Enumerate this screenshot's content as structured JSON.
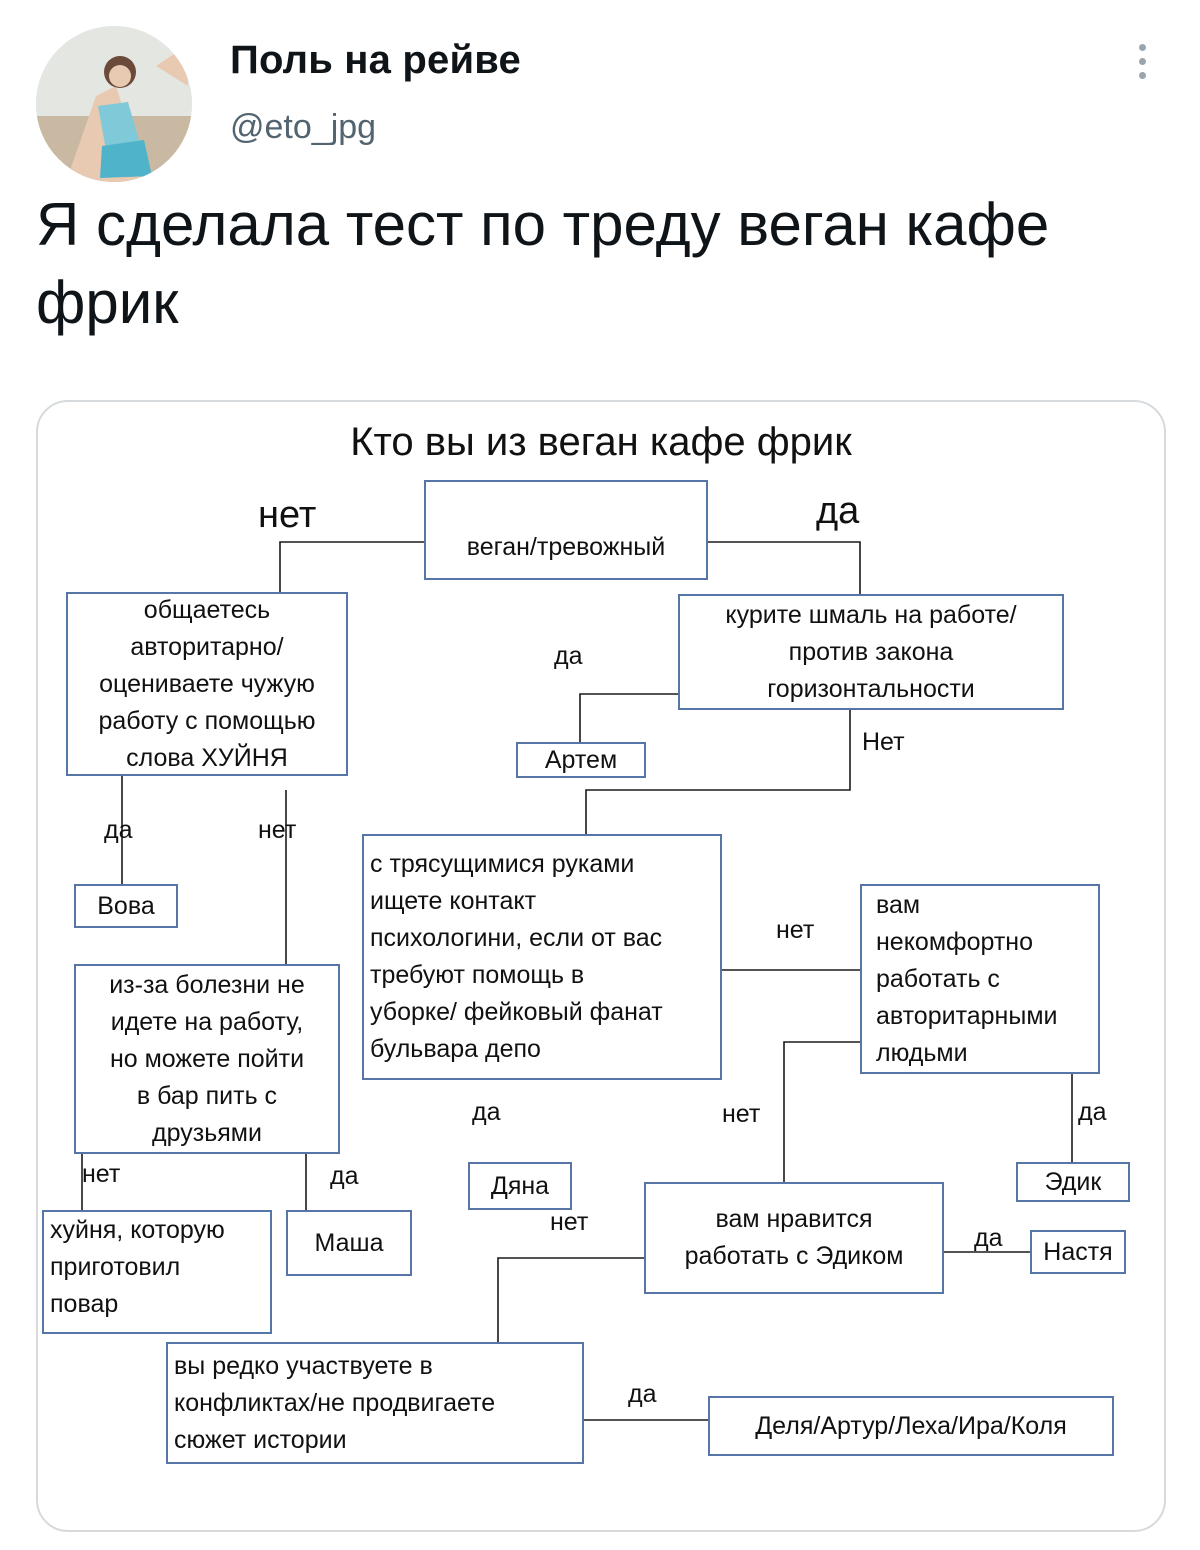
{
  "author": {
    "display_name": "Поль на рейве",
    "handle": "@eto_jpg"
  },
  "tweet": {
    "text": "Я сделала тест по треду веган кафе фрик"
  },
  "colors": {
    "text": "#0f1419",
    "secondary_text": "#536471",
    "box_border": "#5576a6",
    "card_border": "#d6dadd"
  },
  "icons": {
    "more": "vertical-ellipsis-icon"
  },
  "flowchart": {
    "title": "Кто вы из веган кафе фрик",
    "nodes": {
      "vegan": "веган/тревожный",
      "authoritarian": "общаетесь\nавторитарно/\nоцениваете чужую\nработу с помощью\nслова ХУЙНЯ",
      "weed": "курите шмаль на работе/\nпротив закона\nгоризонтальности",
      "artem": "Артем",
      "vova": "Вова",
      "shaking": "с трясущимися руками\nищете контакт\nпсихологини, если от вас\nтребуют помощь в\nуборке/ фейковый фанат\nбульвара депо",
      "uncomfortable": "вам\nнекомфортно\nработать с\nавторитарными\nлюдьми",
      "sick": "из-за болезни не\nидете на работу,\nно можете пойти\nв бар пить с\nдрузьями",
      "dyana": "Дяна",
      "edik": "Эдик",
      "cook": "хуйня, которую\nприготовил\nповар",
      "masha": "Маша",
      "like_edik": "вам нравится\nработать  с Эдиком",
      "nastya": "Настя",
      "conflicts": "вы редко участвуете в\nконфликтах/не продвигаете\nсюжет истории",
      "group": "Деля/Артур/Леха/Ира/Коля"
    },
    "labels": {
      "top_no": "нет",
      "top_yes": "да",
      "weed_yes": "да",
      "weed_no": "Нет",
      "auth_yes": "да",
      "auth_no": "нет",
      "shaking_no": "нет",
      "sick_no": "нет",
      "sick_yes": "да",
      "shaking_yes": "да",
      "uncomf_no": "нет",
      "uncomf_yes": "да",
      "like_no": "нет",
      "like_yes": "да",
      "conflicts_yes": "да"
    }
  }
}
